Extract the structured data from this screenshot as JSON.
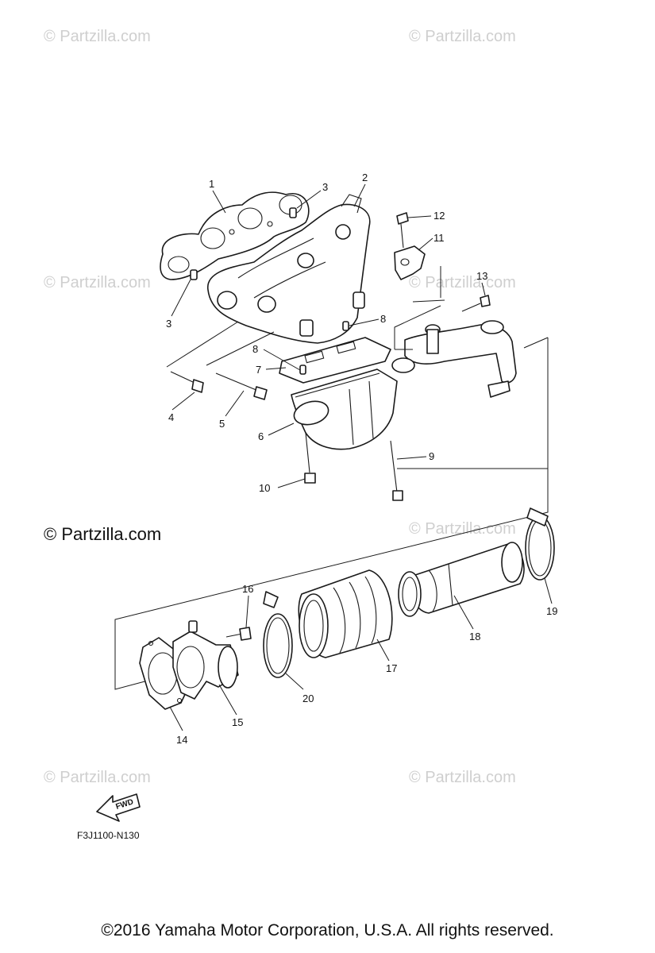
{
  "watermark": "© Partzilla.com",
  "figure_code": "F3J1100-N130",
  "fwd_label": "FWD",
  "copyright": "©2016  Yamaha Motor Corporation, U.S.A. All rights reserved.",
  "callouts": [
    "1",
    "2",
    "3",
    "3",
    "4",
    "5",
    "6",
    "7",
    "8",
    "8",
    "9",
    "10",
    "11",
    "12",
    "13",
    "14",
    "15",
    "16",
    "17",
    "18",
    "19",
    "20"
  ]
}
